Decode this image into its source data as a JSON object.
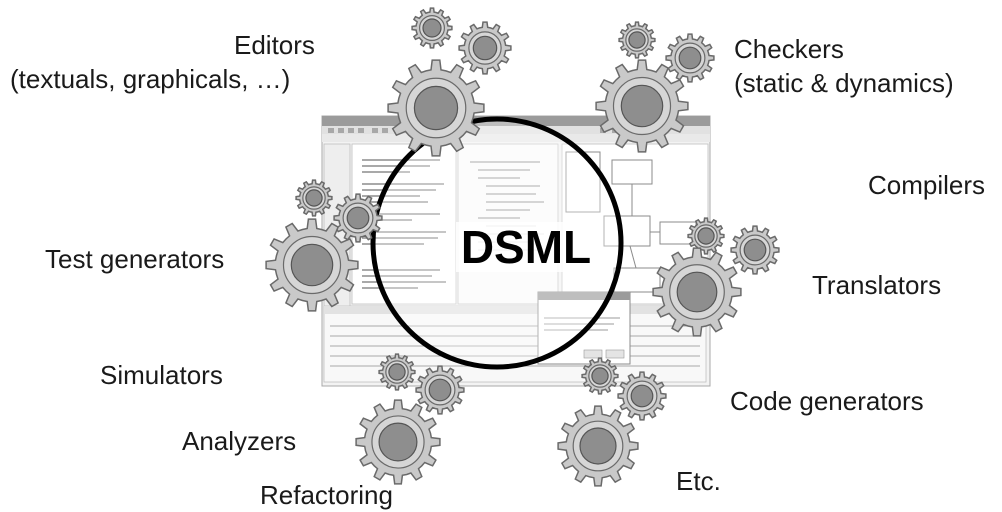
{
  "center": {
    "label": "DSML"
  },
  "labels": {
    "editors": "Editors",
    "editors_sub": "(textuals, graphicals, …)",
    "checkers": "Checkers",
    "checkers_sub": "(static & dynamics)",
    "compilers": "Compilers",
    "test_generators": "Test generators",
    "translators": "Translators",
    "simulators": "Simulators",
    "code_generators": "Code generators",
    "analyzers": "Analyzers",
    "refactoring": "Refactoring",
    "etc": "Etc."
  },
  "colors": {
    "gear_fill": "#c9c9c9",
    "gear_hub": "#8e8e8e",
    "gear_stroke": "#6a6a6a",
    "circle_stroke": "#000000",
    "text": "#1a1a1a"
  },
  "icons": [
    "gear-icon",
    "ide-screenshot"
  ]
}
